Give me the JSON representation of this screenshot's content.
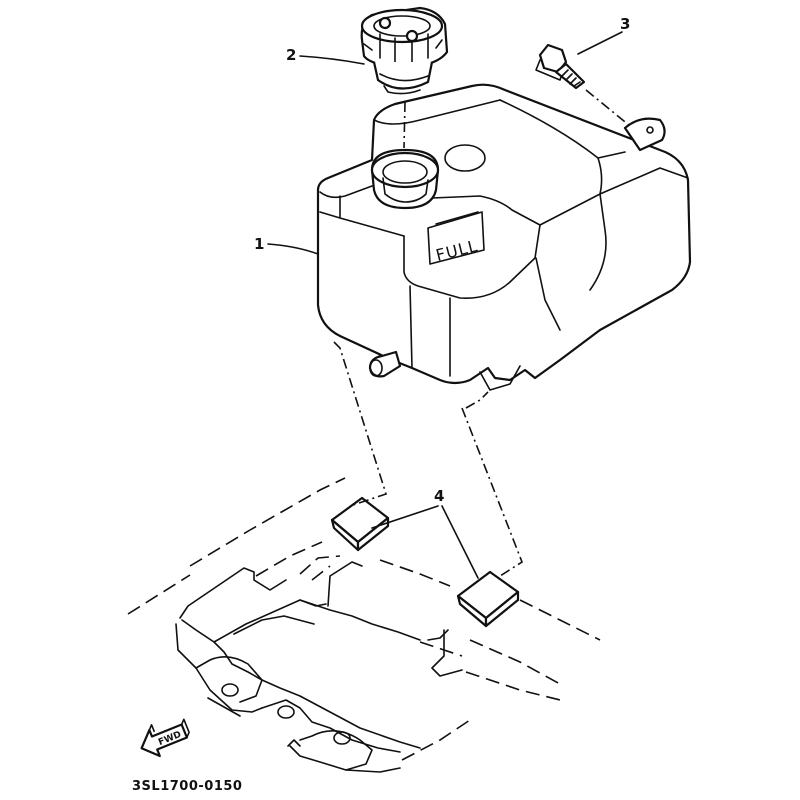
{
  "callouts": [
    {
      "id": "1",
      "label": "1"
    },
    {
      "id": "2",
      "label": "2"
    },
    {
      "id": "3",
      "label": "3"
    },
    {
      "id": "4",
      "label": "4"
    }
  ],
  "tank_marking": "FULL",
  "direction_marker": "FWD",
  "diagram_code": "3SL1700-0150"
}
